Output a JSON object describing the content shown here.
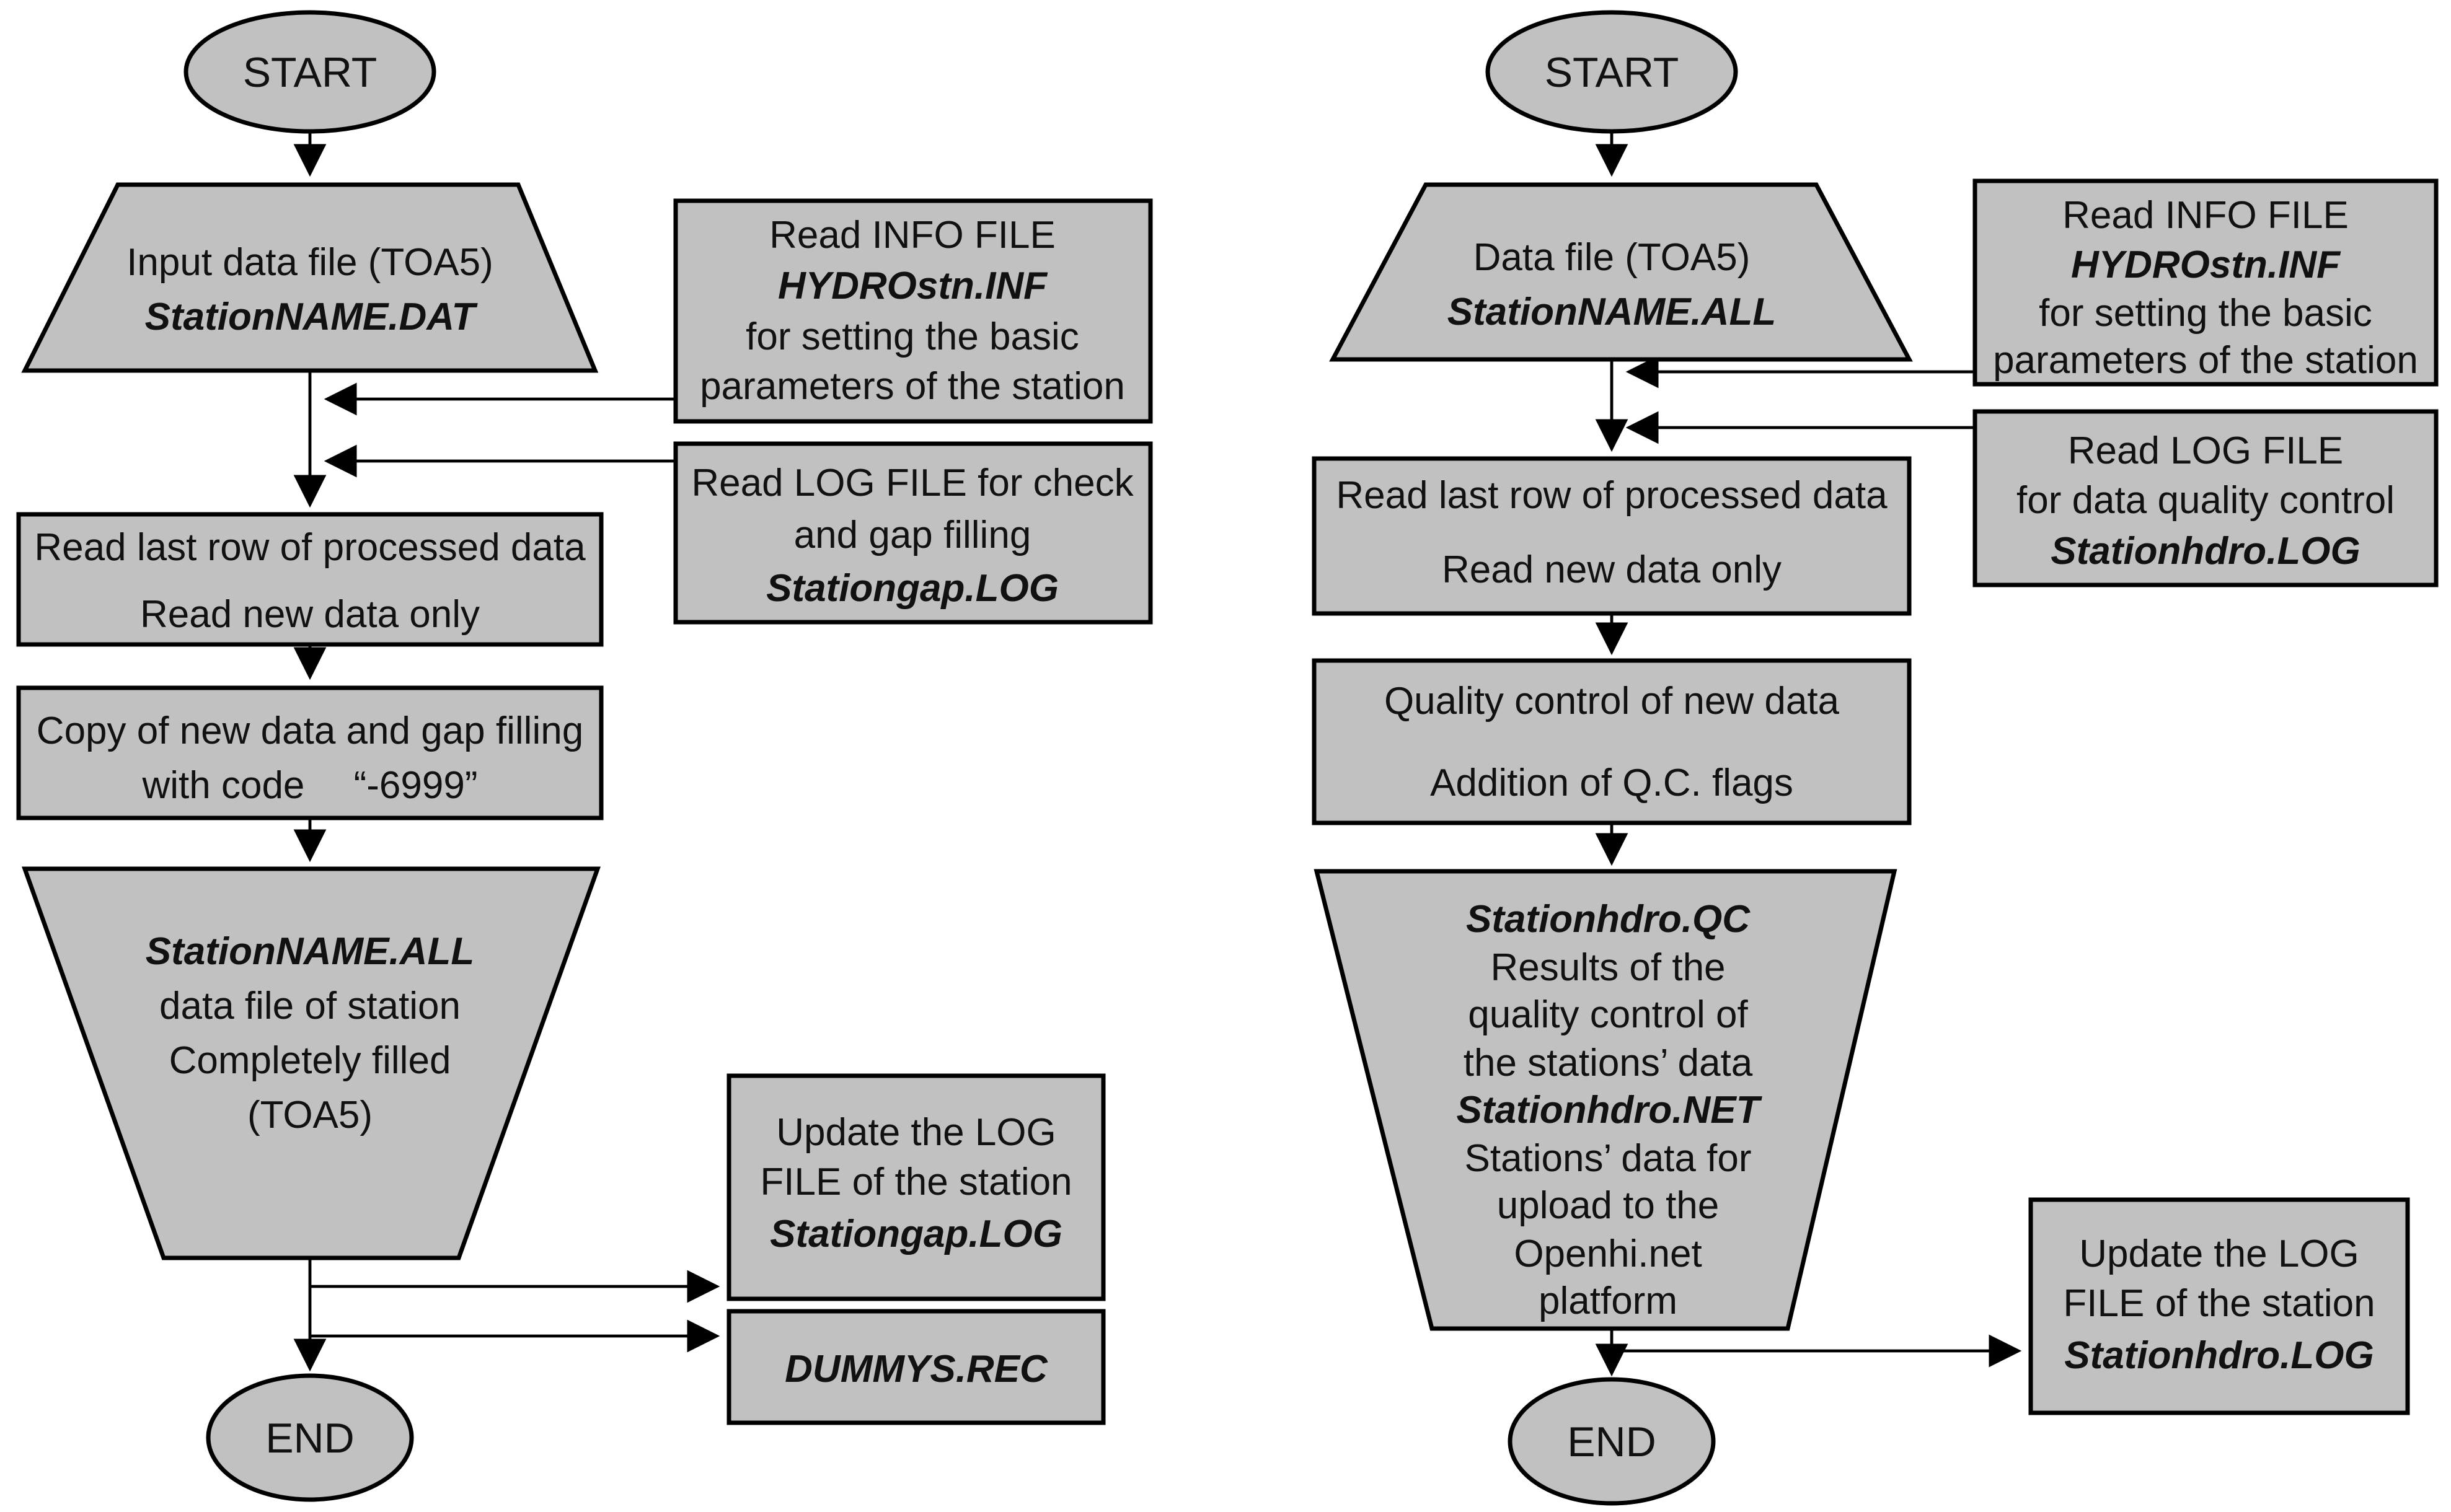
{
  "colors": {
    "shape_fill": "#c1c1c1",
    "shape_stroke": "#000000",
    "background": "#ffffff"
  },
  "flow_left": {
    "start": "START",
    "trap": [
      "Input data file (TOA5)",
      "StationNAME.DAT"
    ],
    "info": [
      "Read INFO FILE",
      "HYDROstn.INF",
      "for setting the basic",
      "parameters of the station"
    ],
    "log": [
      "Read LOG FILE for check",
      "and gap filling",
      "Stationgap.LOG"
    ],
    "rect1": [
      "Read last row of processed data",
      "Read new data only"
    ],
    "rect2": [
      "Copy of new data and gap filling",
      "with code   “-6999”"
    ],
    "out": [
      "StationNAME.ALL",
      "data file of station",
      "Completely filled",
      "(TOA5)"
    ],
    "update": [
      "Update the LOG",
      "FILE of the station",
      "Stationgap.LOG"
    ],
    "dummys": "DUMMYS.REC",
    "end": "END"
  },
  "flow_right": {
    "start": "START",
    "trap": [
      "Data file (TOA5)",
      "StationNAME.ALL"
    ],
    "info": [
      "Read INFO FILE",
      "HYDROstn.INF",
      "for setting the basic",
      "parameters of the station"
    ],
    "log": [
      "Read LOG FILE",
      "for data quality control",
      "Stationhdro.LOG"
    ],
    "rect1": [
      "Read last row of processed data",
      "Read new data only"
    ],
    "rect2": [
      "Quality control of new data",
      "Addition of Q.C. flags"
    ],
    "out": [
      "Stationhdro.QC",
      "Results of the",
      "quality control of",
      "the stations’ data",
      "Stationhdro.NET",
      "Stations’ data for",
      "upload to the",
      "Openhi.net",
      "platform"
    ],
    "update": [
      "Update the LOG",
      "FILE of the station",
      "Stationhdro.LOG"
    ],
    "end": "END"
  }
}
